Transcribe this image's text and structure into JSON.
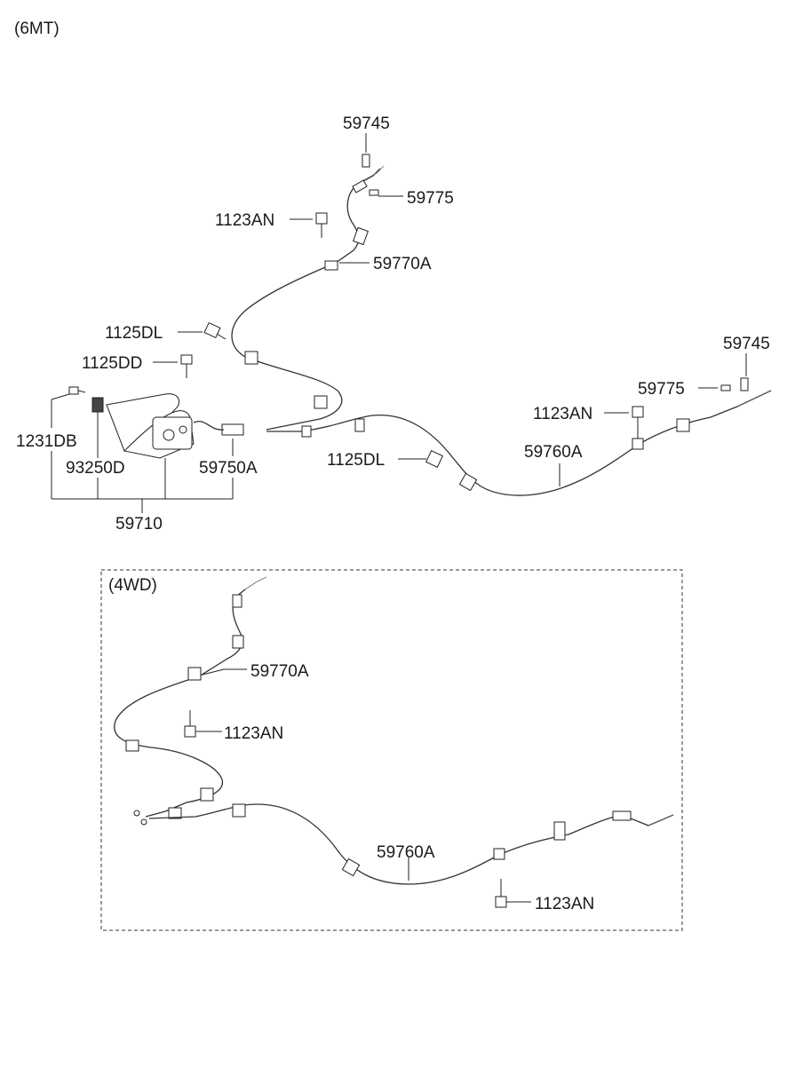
{
  "header": {
    "variant_label": "(6MT)"
  },
  "box": {
    "variant_label": "(4WD)"
  },
  "callouts_main": {
    "c59745_top": "59745",
    "c59775_top": "59775",
    "c1123AN_top": "1123AN",
    "c59770A_top": "59770A",
    "c1125DL_a": "1125DL",
    "c1125DD": "1125DD",
    "c59745_right": "59745",
    "c59775_right": "59775",
    "c1123AN_right": "1123AN",
    "c1231DB": "1231DB",
    "c93250D": "93250D",
    "c59750A": "59750A",
    "c1125DL_b": "1125DL",
    "c59760A_main": "59760A",
    "c59710": "59710"
  },
  "callouts_4wd": {
    "c59770A": "59770A",
    "c1123AN_a": "1123AN",
    "c59760A": "59760A",
    "c1123AN_b": "1123AN"
  },
  "colors": {
    "line": "#222222",
    "text": "#1a1a1a",
    "background": "#ffffff"
  }
}
